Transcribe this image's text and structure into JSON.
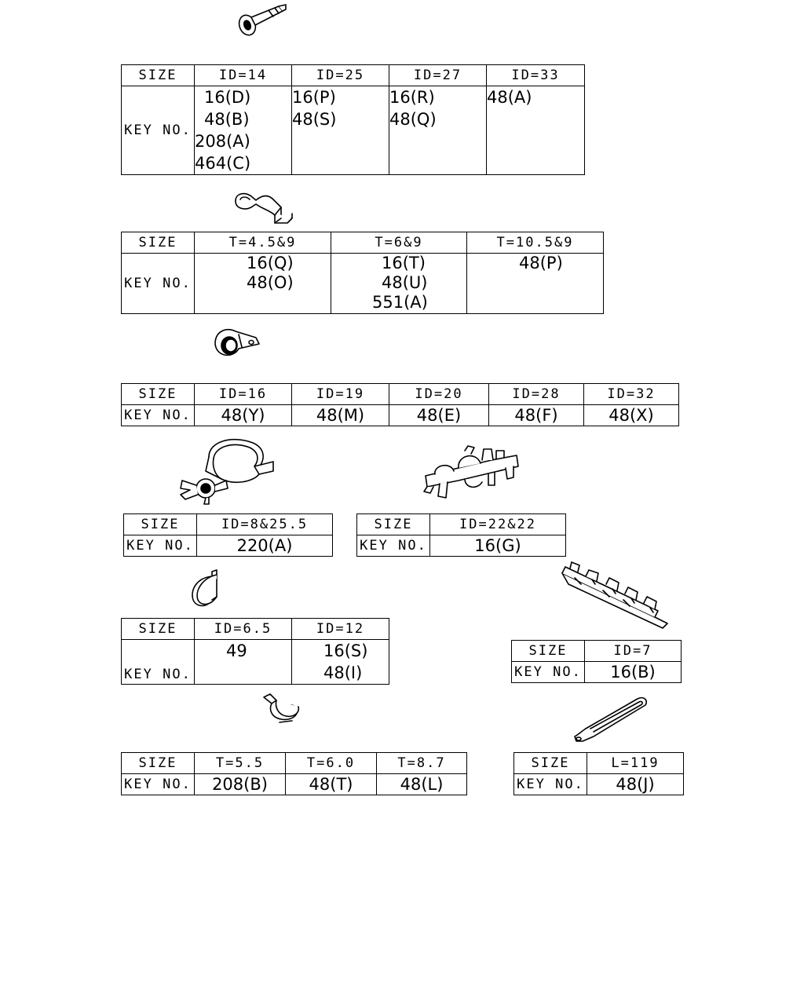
{
  "labels": {
    "size": "SIZE",
    "key_no": "KEY NO."
  },
  "tables": [
    {
      "sizes": [
        "ID=14",
        "ID=25",
        "ID=27",
        "ID=33"
      ],
      "keys": [
        [
          "16(D)",
          "48(B)",
          "208(A)",
          "464(C)"
        ],
        [
          "16(P)",
          "48(S)"
        ],
        [
          "16(R)",
          "48(Q)"
        ],
        [
          "48(A)"
        ]
      ]
    },
    {
      "sizes": [
        "T=4.5&9",
        "T=6&9",
        "T=10.5&9"
      ],
      "keys": [
        [
          "16(Q)",
          "48(O)"
        ],
        [
          "16(T)",
          "48(U)",
          "551(A)"
        ],
        [
          "48(P)"
        ]
      ]
    },
    {
      "sizes": [
        "ID=16",
        "ID=19",
        "ID=20",
        "ID=28",
        "ID=32"
      ],
      "keys": [
        [
          "48(Y)"
        ],
        [
          "48(M)"
        ],
        [
          "48(E)"
        ],
        [
          "48(F)"
        ],
        [
          "48(X)"
        ]
      ]
    },
    {
      "sizes": [
        "ID=8&25.5"
      ],
      "keys": [
        [
          "220(A)"
        ]
      ]
    },
    {
      "sizes": [
        "ID=22&22"
      ],
      "keys": [
        [
          "16(G)"
        ]
      ]
    },
    {
      "sizes": [
        "ID=6.5",
        "ID=12"
      ],
      "keys": [
        [
          "49"
        ],
        [
          "16(S)",
          "48(I)"
        ]
      ]
    },
    {
      "sizes": [
        "ID=7"
      ],
      "keys": [
        [
          "16(B)"
        ]
      ]
    },
    {
      "sizes": [
        "T=5.5",
        "T=6.0",
        "T=8.7"
      ],
      "keys": [
        [
          "208(B)"
        ],
        [
          "48(T)"
        ],
        [
          "48(L)"
        ]
      ]
    },
    {
      "sizes": [
        "L=119"
      ],
      "keys": [
        [
          "48(J)"
        ]
      ]
    }
  ],
  "icons": {
    "t0": "eye-clip-icon",
    "t1": "flat-bracket-clip-icon",
    "t2": "cushion-clamp-icon",
    "t3": "band-clamp-icon",
    "t4": "double-clip-icon",
    "t5": "p-clip-icon",
    "t6": "multi-holder-rail-icon",
    "t7": "spring-clip-icon",
    "t8": "strap-band-icon"
  }
}
